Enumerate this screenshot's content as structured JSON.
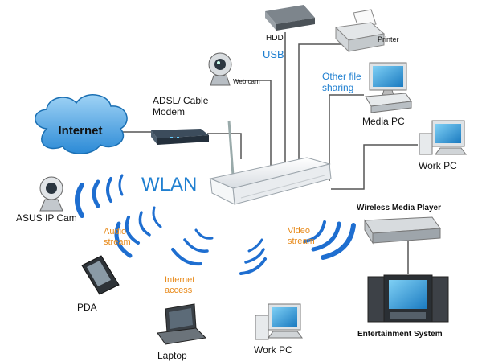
{
  "labels": {
    "internet": "Internet",
    "modem": "ADSL/ Cable\nModem",
    "webcam": "Web cam",
    "hdd": "HDD",
    "usb": "USB",
    "printer": "Printer",
    "file_sharing": "Other file\nsharing",
    "media_pc": "Media PC",
    "work_pc_right": "Work PC",
    "wlan": "WLAN",
    "ip_cam": "ASUS IP Cam",
    "audio_stream": "Audio\nstream",
    "video_stream": "Video\nstream",
    "internet_access": "Internet\naccess",
    "pda": "PDA",
    "laptop": "Laptop",
    "work_pc_bottom": "Work PC",
    "media_player": "Wireless Media Player",
    "entertainment": "Entertainment System"
  },
  "colors": {
    "cloud": "#2b8ad6",
    "wave": "#1e6ed0",
    "accent_blue": "#1f7fd0",
    "accent_orange": "#e88a1a",
    "line": "#555555"
  }
}
